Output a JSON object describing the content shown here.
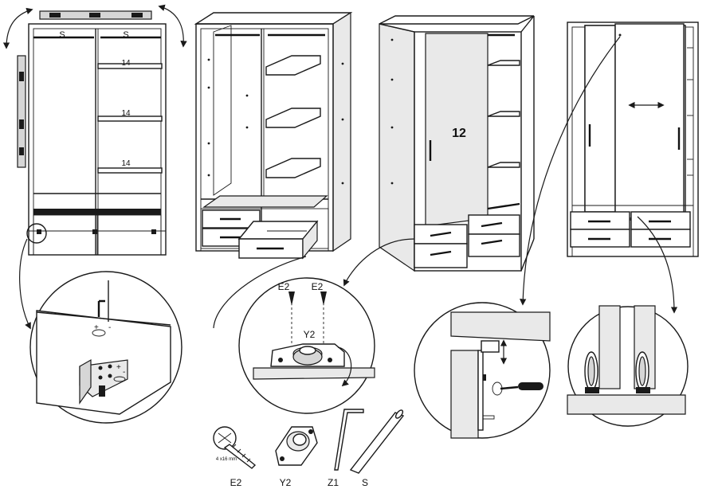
{
  "steps": {
    "main_step_number": "12"
  },
  "panel1": {
    "rod_label_left": "S",
    "rod_label_right": "S",
    "shelf_labels": [
      "14",
      "14",
      "14"
    ]
  },
  "details": {
    "roller_callout_labels": [
      "E2",
      "E2",
      "Y2"
    ]
  },
  "parts": [
    {
      "code": "E2",
      "size": "4 x16 mm",
      "icon": "screw-icon"
    },
    {
      "code": "Y2",
      "icon": "roller-bracket-icon"
    },
    {
      "code": "Z1",
      "icon": "allen-key-icon"
    },
    {
      "code": "S",
      "icon": "rod-icon"
    }
  ],
  "colors": {
    "line": "#1a1a1a",
    "panel_fill": "#e9e9e9",
    "background": "#ffffff"
  }
}
